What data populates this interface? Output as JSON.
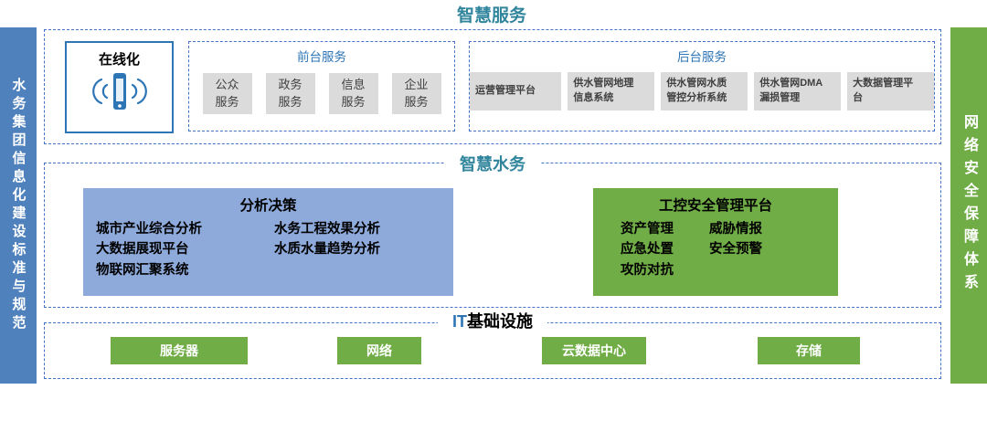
{
  "colors": {
    "accent_blue": "#2E75B6",
    "sidebar_blue": "#4F81BD",
    "green": "#70AD47",
    "analysis_blue": "#8EAADB",
    "gray_box": "#DBDBDB",
    "title_teal": "#31859C",
    "dashed_border": "#4472C4"
  },
  "left_bar": {
    "label": "水务集团信息化建设标准与规范"
  },
  "right_bar": {
    "label": "网络安全保障体系"
  },
  "smart_services": {
    "title": "智慧服务",
    "online": {
      "label": "在线化",
      "icon": "phone-icon"
    },
    "front_services": {
      "title": "前台服务",
      "items": [
        "公众\n服务",
        "政务\n服务",
        "信息\n服务",
        "企业\n服务"
      ]
    },
    "back_services": {
      "title": "后台服务",
      "items": [
        "运营管理平台",
        "供水管网地理\n信息系统",
        "供水管网水质\n管控分析系统",
        "供水管网DMA\n漏损管理",
        "大数据管理平\n台"
      ]
    }
  },
  "smart_water": {
    "title": "智慧水务",
    "analysis": {
      "title": "分析决策",
      "col1": [
        "城市产业综合分析",
        "大数据展现平台",
        "物联网汇聚系统"
      ],
      "col2": [
        "水务工程效果分析",
        "水质水量趋势分析"
      ]
    },
    "ics_security": {
      "title": "工控安全管理平台",
      "col1": [
        "资产管理",
        "应急处置",
        "攻防对抗"
      ],
      "col2": [
        "威胁情报",
        "安全预警"
      ]
    }
  },
  "it_infrastructure": {
    "title_prefix": "IT",
    "title_suffix": "基础设施",
    "items": [
      "服务器",
      "网络",
      "云数据中心",
      "存储"
    ]
  }
}
